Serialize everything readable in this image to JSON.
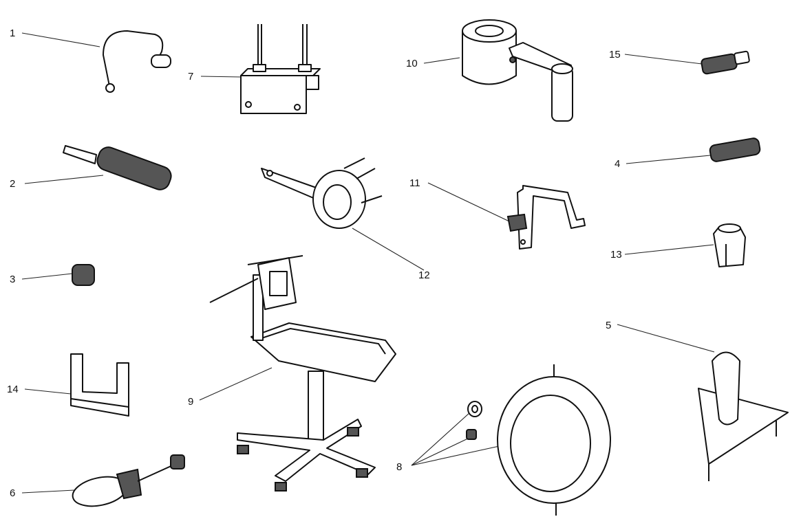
{
  "diagram": {
    "title": "Workshop service tools",
    "callouts": [
      {
        "id": "c1",
        "label": "1"
      },
      {
        "id": "c2",
        "label": "2"
      },
      {
        "id": "c3",
        "label": "3"
      },
      {
        "id": "c4",
        "label": "4"
      },
      {
        "id": "c5",
        "label": "5"
      },
      {
        "id": "c6",
        "label": "6"
      },
      {
        "id": "c7",
        "label": "7"
      },
      {
        "id": "c8",
        "label": "8"
      },
      {
        "id": "c9",
        "label": "9"
      },
      {
        "id": "c10",
        "label": "10"
      },
      {
        "id": "c11",
        "label": "11"
      },
      {
        "id": "c12",
        "label": "12"
      },
      {
        "id": "c13",
        "label": "13"
      },
      {
        "id": "c14",
        "label": "14"
      },
      {
        "id": "c15",
        "label": "15"
      }
    ]
  }
}
